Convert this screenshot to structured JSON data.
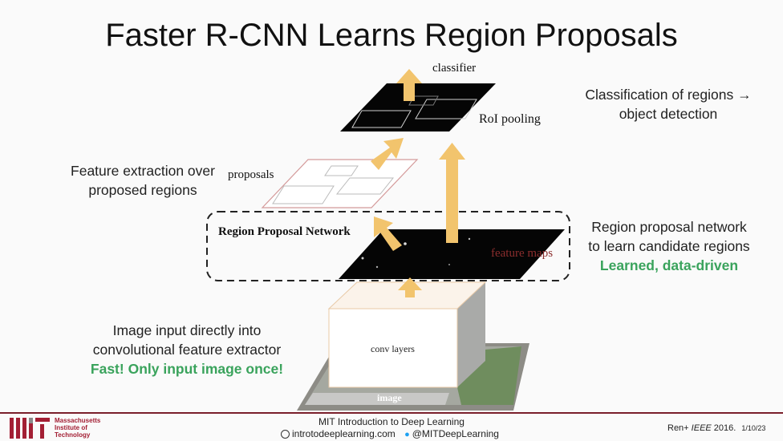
{
  "title": "Faster R-CNN Learns Region Proposals",
  "notes": {
    "classification": {
      "line1": "Classification of regions →",
      "line2": "object detection"
    },
    "feature_extraction": {
      "line1": "Feature extraction over",
      "line2": "proposed regions"
    },
    "rpn": {
      "line1": "Region proposal network",
      "line2": "to learn candidate regions",
      "highlight": "Learned, data-driven"
    },
    "input": {
      "line1": "Image input directly into",
      "line2": "convolutional feature extractor",
      "highlight": "Fast! Only input image once!"
    }
  },
  "diagram": {
    "classifier": "classifier",
    "roi_pooling": "RoI pooling",
    "proposals": "proposals",
    "rpn": "Region Proposal Network",
    "feature_maps": "feature maps",
    "conv_layers": "conv layers",
    "image": "image"
  },
  "footer": {
    "logo_text": "MIT",
    "institution": [
      "Massachusetts",
      "Institute of",
      "Technology"
    ],
    "course": "MIT Introduction to Deep Learning",
    "website": "introtodeeplearning.com",
    "twitter": "@MITDeepLearning",
    "citation_prefix": "Ren+ ",
    "citation_venue": "IEEE",
    "citation_year": " 2016.",
    "date": "1/10/23"
  },
  "colors": {
    "arrow": "#f2c46d",
    "green_text": "#3aa35c",
    "mit_red": "#a31f34",
    "feature_maps_text": "#8b2d2d"
  }
}
